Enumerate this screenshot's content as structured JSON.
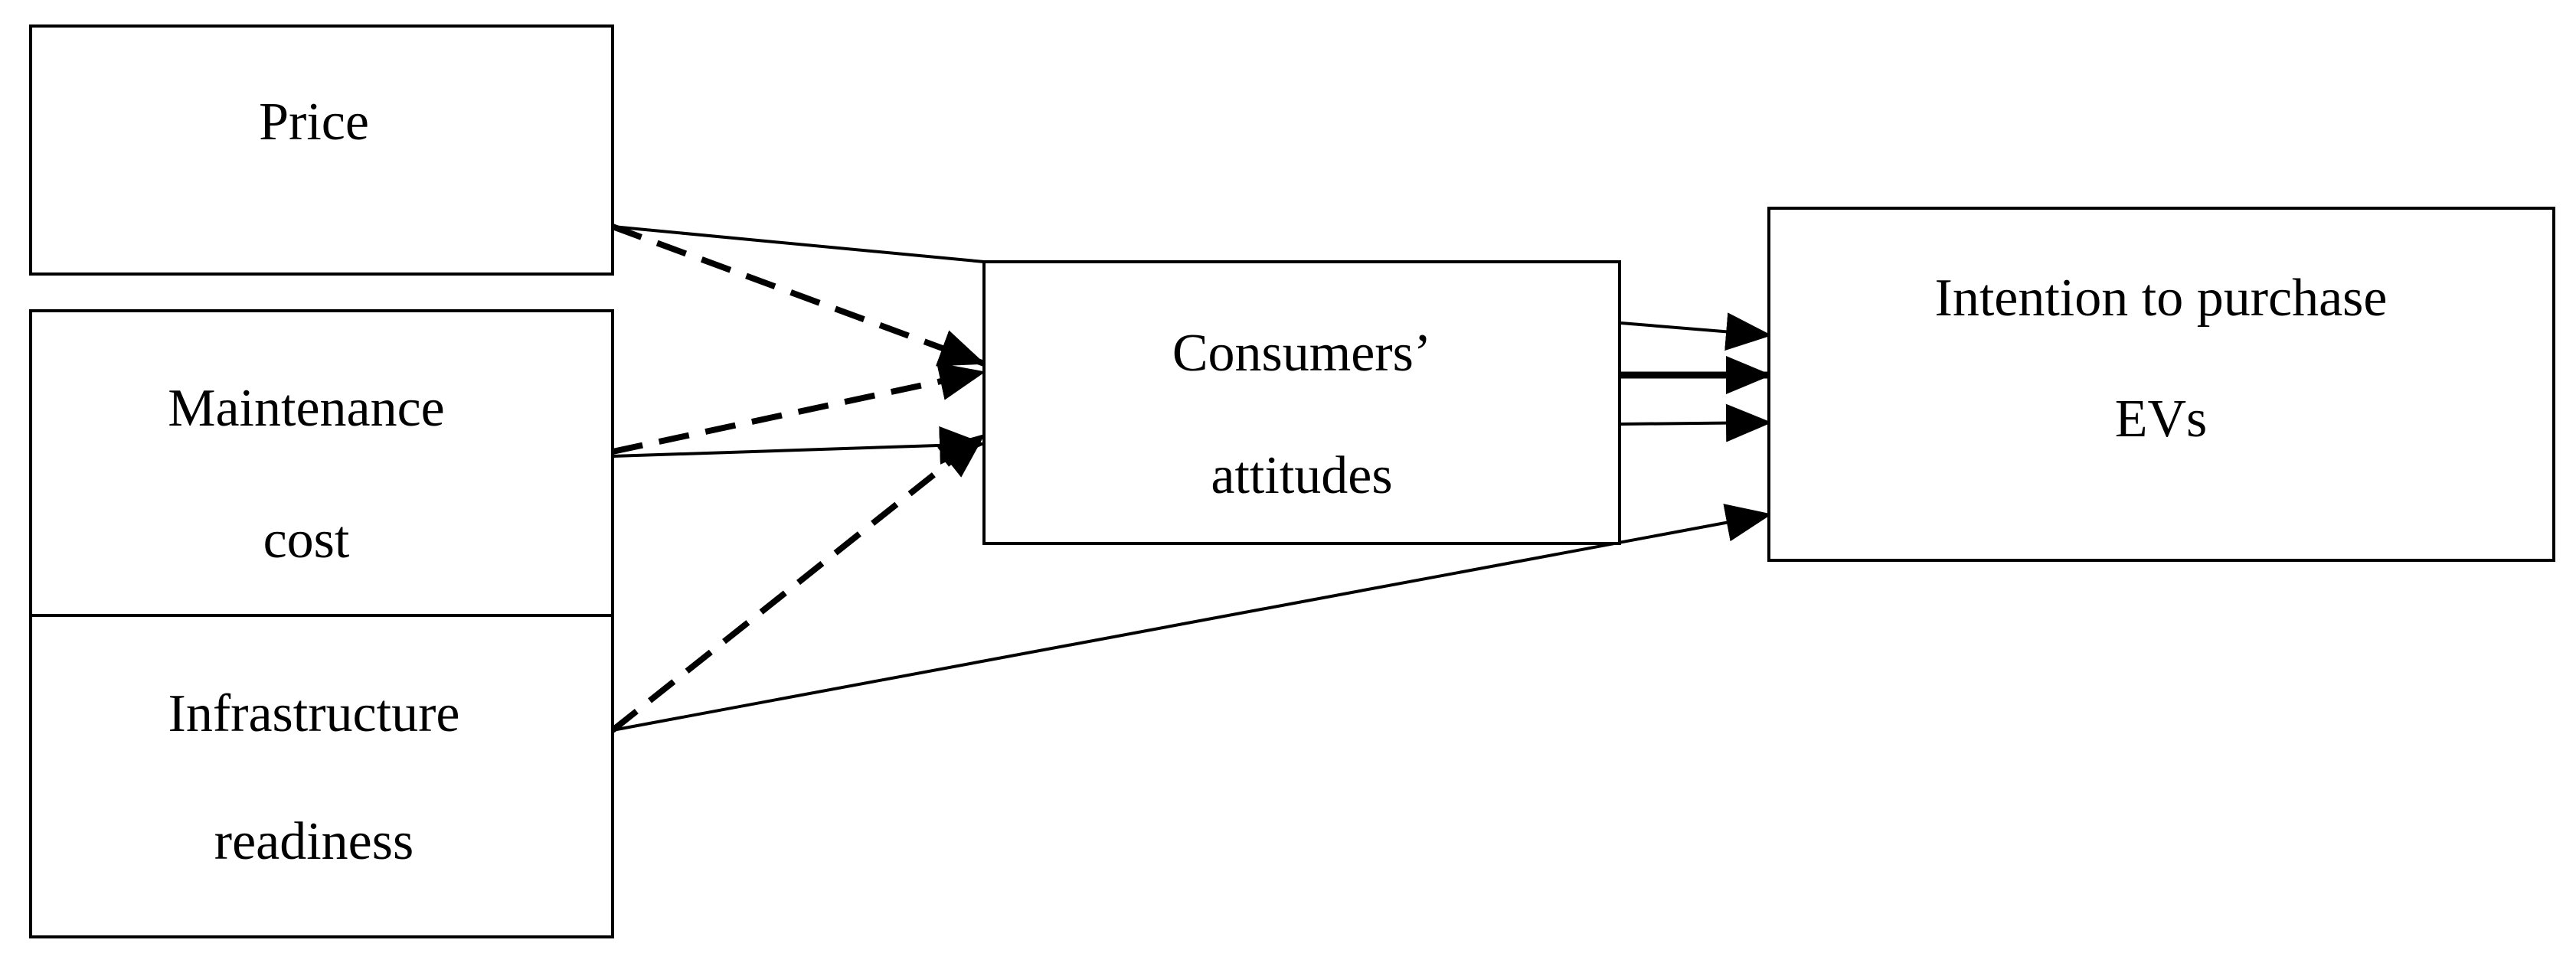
{
  "nodes": {
    "price": {
      "lines": [
        "Price"
      ]
    },
    "maintenance": {
      "lines": [
        "Maintenance",
        "cost"
      ]
    },
    "infrastructure": {
      "lines": [
        "Infrastructure",
        "readiness"
      ]
    },
    "attitudes": {
      "lines": [
        "Consumers’",
        "attitudes"
      ]
    },
    "intention": {
      "lines": [
        "Intention to purchase",
        "EVs"
      ]
    }
  },
  "edges": [
    {
      "from": "price",
      "to": "attitudes",
      "style": "solid"
    },
    {
      "from": "price",
      "to": "attitudes",
      "style": "dashed"
    },
    {
      "from": "maintenance",
      "to": "attitudes",
      "style": "dashed"
    },
    {
      "from": "maintenance",
      "to": "attitudes",
      "style": "solid"
    },
    {
      "from": "infrastructure",
      "to": "attitudes",
      "style": "dashed"
    },
    {
      "from": "infrastructure",
      "to": "intention",
      "style": "solid"
    },
    {
      "from": "attitudes",
      "to": "intention",
      "style": "solid"
    },
    {
      "from": "attitudes",
      "to": "intention",
      "style": "bold"
    },
    {
      "from": "attitudes",
      "to": "intention",
      "style": "solid"
    }
  ]
}
